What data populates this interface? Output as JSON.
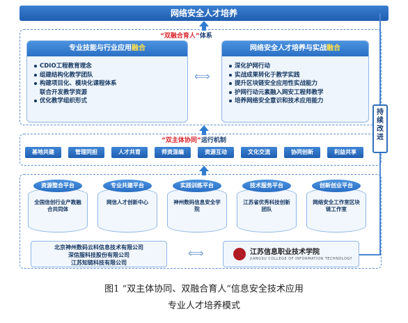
{
  "top_title": "网络安全人才培养",
  "section1": {
    "title_prefix": "“双融合育人”",
    "title_suffix": "体系",
    "left_panel": {
      "title_main": "专业技能与行业应用",
      "title_hl": "融合",
      "items": [
        "CDIO工程教育理念",
        "组建结构化教学团队",
        "构建项目化、模块化课程体系",
        "联合开发教学资源",
        "优化教学组织形式"
      ]
    },
    "right_panel": {
      "title_main": "网络安全人才培养与实战",
      "title_hl": "融合",
      "items": [
        "深化护网行动",
        "实战成果转化于教学实践",
        "提升区块链安全应用性实战能力",
        "护网行动元素融入网安工程师教学",
        "培养网络安全意识和技术应用能力"
      ]
    }
  },
  "section2": {
    "title_prefix": "“双主体协同”",
    "title_suffix": "运行机制",
    "chips": [
      "基地共建",
      "管理同担",
      "人才共育",
      "师资混编",
      "资源互动",
      "文化交流",
      "协同创新",
      "利益共享"
    ]
  },
  "section3": {
    "platforms": [
      {
        "name": "资源整合平台",
        "text": "全国信创行业产教融合共同体"
      },
      {
        "name": "专业共建平台",
        "text": "网信人才创新中心"
      },
      {
        "name": "实践训练平台",
        "text": "神州数码信息安全学院"
      },
      {
        "name": "技术服务平台",
        "text": "江苏省优秀科技创新团队"
      },
      {
        "name": "创新创业平台",
        "text": "网络安全工作室区块链工作室"
      }
    ],
    "companies": [
      "北京神州数码云科信息技术有限公司",
      "深信服科技股份有限公司",
      "江苏知链科技有限公司"
    ],
    "school_name": "江苏信息职业技术学院",
    "school_en": "JIANGSU COLLEGE OF INFORMATION TECHNOLOGY"
  },
  "side_label": "持续改进",
  "caption": {
    "line1": "图1  “双主体协同、双融合育人”信息安全技术应用",
    "line2": "专业人才培养模式"
  },
  "colors": {
    "accent": "#2a6fc4",
    "highlight": "#d8262d",
    "dark_text": "#14355f"
  }
}
